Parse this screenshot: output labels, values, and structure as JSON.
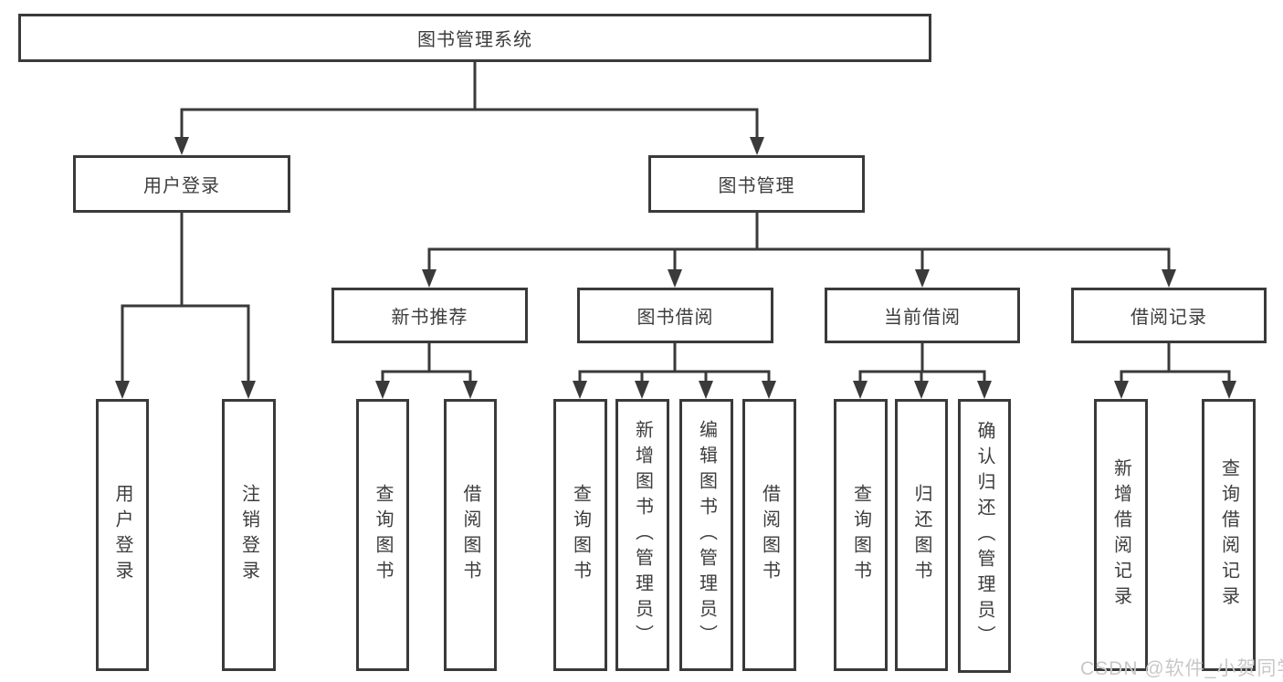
{
  "diagram": {
    "root": {
      "label": "图书管理系统"
    },
    "user_login": {
      "label": "用户登录",
      "children": [
        {
          "label": "用户登录"
        },
        {
          "label": "注销登录"
        }
      ]
    },
    "book_mgmt": {
      "label": "图书管理",
      "sections": [
        {
          "label": "新书推荐",
          "children": [
            {
              "label": "查询图书"
            },
            {
              "label": "借阅图书"
            }
          ]
        },
        {
          "label": "图书借阅",
          "children": [
            {
              "label": "查询图书"
            },
            {
              "label": "新增图书（管理员）"
            },
            {
              "label": "编辑图书（管理员）"
            },
            {
              "label": "借阅图书"
            }
          ]
        },
        {
          "label": "当前借阅",
          "children": [
            {
              "label": "查询图书"
            },
            {
              "label": "归还图书"
            },
            {
              "label": "确认归还（管理员）"
            }
          ]
        },
        {
          "label": "借阅记录",
          "children": [
            {
              "label": "新增借阅记录"
            },
            {
              "label": "查询借阅记录"
            }
          ]
        }
      ]
    }
  },
  "watermark": {
    "text": "CSDN @软件_小贺同学"
  },
  "colors": {
    "line": "#3a3a3a",
    "text": "#3d3d3d",
    "watermark": "#c8c8c8",
    "background": "#ffffff"
  }
}
